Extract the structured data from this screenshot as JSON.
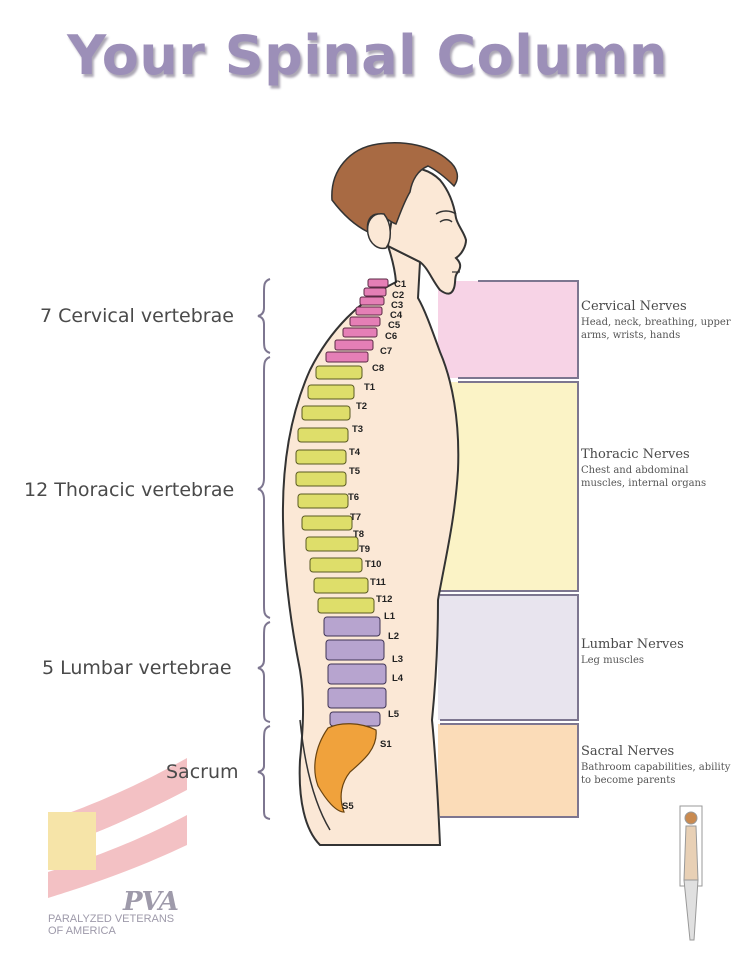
{
  "title": "Your Spinal Column",
  "regions": [
    {
      "label": "7 Cervical vertebrae"
    },
    {
      "label": "12 Thoracic vertebrae"
    },
    {
      "label": "5 Lumbar vertebrae"
    },
    {
      "label": "Sacrum"
    }
  ],
  "vertebrae": [
    "C1",
    "C2",
    "C3",
    "C4",
    "C5",
    "C6",
    "C7",
    "C8",
    "T1",
    "T2",
    "T3",
    "T4",
    "T5",
    "T6",
    "T7",
    "T8",
    "T9",
    "T10",
    "T11",
    "T12",
    "L1",
    "L2",
    "L3",
    "L4",
    "L5",
    "S1",
    "S5"
  ],
  "nerves": [
    {
      "title": "Cervical Nerves",
      "desc": "Head, neck, breathing, upper arms, wrists, hands",
      "color": "#f7d3e6"
    },
    {
      "title": "Thoracic Nerves",
      "desc": "Chest and abdominal muscles, internal organs",
      "color": "#fbf3c6"
    },
    {
      "title": "Lumbar Nerves",
      "desc": "Leg muscles",
      "color": "#e8e4ee"
    },
    {
      "title": "Sacral Nerves",
      "desc": "Bathroom capabilities, ability to become parents",
      "color": "#fbdcb8"
    }
  ],
  "colors": {
    "cervical": "#e57fb6",
    "thoracic": "#dede6a",
    "lumbar": "#b7a4cf",
    "sacrum": "#f0a23c",
    "skin": "#fbe8d6",
    "hair": "#a86a43"
  },
  "logo": {
    "mark": "PVA",
    "org_line1": "PARALYZED VETERANS",
    "org_line2": "OF AMERICA"
  }
}
